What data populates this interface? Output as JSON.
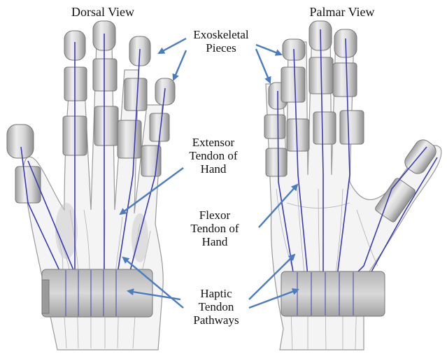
{
  "views": {
    "dorsal": "Dorsal View",
    "palmar": "Palmar View"
  },
  "labels": {
    "exoskeletal": [
      "Exoskeletal",
      "Pieces"
    ],
    "extensor": [
      "Extensor",
      "Tendon of",
      "Hand"
    ],
    "flexor": [
      "Flexor",
      "Tendon of",
      "Hand"
    ],
    "haptic": [
      "Haptic",
      "Tendon",
      "Pathways"
    ]
  },
  "colors": {
    "arrow": "#4a7cc0",
    "tendon": "#3b3bb8",
    "exo": "#c9c9c9",
    "sketch": "#9a9a9a"
  }
}
